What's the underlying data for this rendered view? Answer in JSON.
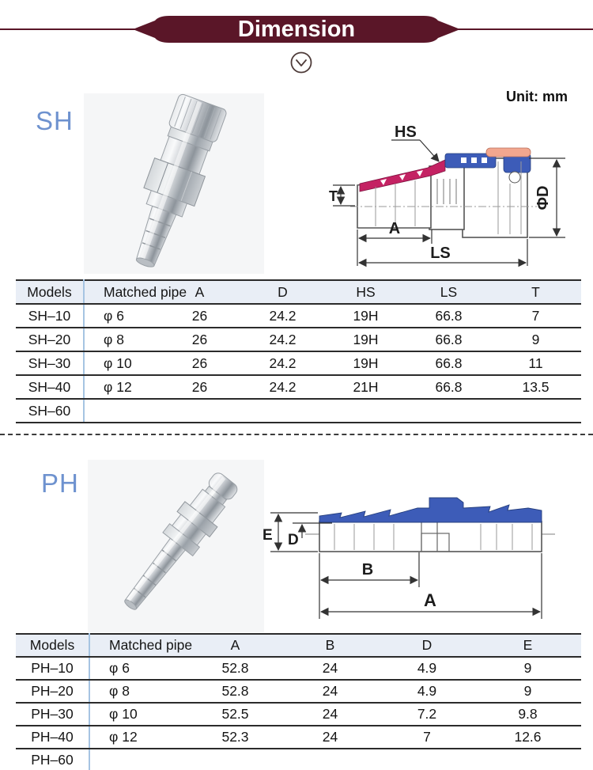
{
  "banner": {
    "title": "Dimension"
  },
  "unit": {
    "label": "Unit: mm"
  },
  "icons": {
    "chevron": "chevron-down-circle"
  },
  "colors": {
    "banner_maroon": "#5a1628",
    "section_label_blue": "#6e92cf",
    "table_header_bg": "#e9eef6",
    "table_rule": "#2b2b2b",
    "models_divider_blue": "#a6c4e2",
    "drawing_pink": "#c42263",
    "drawing_blue": "#3d5cb8",
    "drawing_salmon": "#f2a78f"
  },
  "sh": {
    "label": "SH",
    "drawing": {
      "hs": "HS",
      "t": "T",
      "a": "A",
      "ls": "LS",
      "phi_d": "ΦD"
    },
    "table": {
      "headers": [
        "Models",
        "Matched pipe",
        "A",
        "D",
        "HS",
        "LS",
        "T"
      ],
      "rows": [
        [
          "SH–10",
          "φ 6",
          "26",
          "24.2",
          "19H",
          "66.8",
          "7"
        ],
        [
          "SH–20",
          "φ 8",
          "26",
          "24.2",
          "19H",
          "66.8",
          "9"
        ],
        [
          "SH–30",
          "φ 10",
          "26",
          "24.2",
          "19H",
          "66.8",
          "11"
        ],
        [
          "SH–40",
          "φ 12",
          "26",
          "24.2",
          "21H",
          "66.8",
          "13.5"
        ],
        [
          "SH–60",
          "",
          "",
          "",
          "",
          "",
          ""
        ]
      ]
    }
  },
  "ph": {
    "label": "PH",
    "drawing": {
      "e": "E",
      "d": "D",
      "b": "B",
      "a": "A"
    },
    "table": {
      "headers": [
        "Models",
        "Matched pipe",
        "A",
        "B",
        "D",
        "E"
      ],
      "rows": [
        [
          "PH–10",
          "φ 6",
          "52.8",
          "24",
          "4.9",
          "9"
        ],
        [
          "PH–20",
          "φ 8",
          "52.8",
          "24",
          "4.9",
          "9"
        ],
        [
          "PH–30",
          "φ 10",
          "52.5",
          "24",
          "7.2",
          "9.8"
        ],
        [
          "PH–40",
          "φ 12",
          "52.3",
          "24",
          "7",
          "12.6"
        ],
        [
          "PH–60",
          "",
          "",
          "",
          "",
          ""
        ]
      ]
    }
  }
}
